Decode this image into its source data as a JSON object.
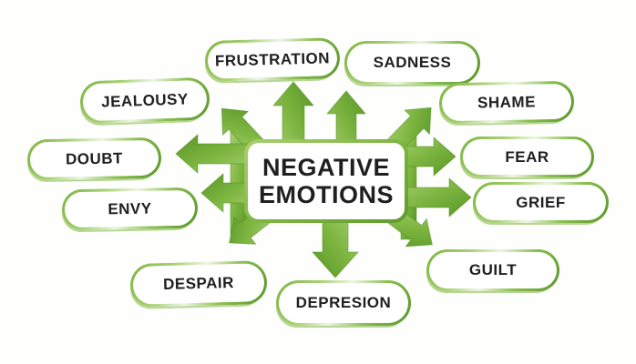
{
  "center": {
    "label": "NEGATIVE\nEMOTIONS"
  },
  "emotions": [
    {
      "id": "frustration",
      "label": "FRUSTRATION"
    },
    {
      "id": "sadness",
      "label": "SADNESS"
    },
    {
      "id": "jealousy",
      "label": "JEALOUSY"
    },
    {
      "id": "shame",
      "label": "SHAME"
    },
    {
      "id": "doubt",
      "label": "DOUBT"
    },
    {
      "id": "fear",
      "label": "FEAR"
    },
    {
      "id": "envy",
      "label": "ENVY"
    },
    {
      "id": "grief",
      "label": "GRIEF"
    },
    {
      "id": "despair",
      "label": "DESPAIR"
    },
    {
      "id": "depresion",
      "label": "DEPRESION"
    },
    {
      "id": "guilt",
      "label": "GUILT"
    }
  ],
  "colors": {
    "green_light": "#a9d173",
    "green_mid": "#7cb43f",
    "green_dark": "#579526",
    "text": "#1f1f1f",
    "pill_fill": "#ffffff",
    "background": "#fefefd"
  }
}
